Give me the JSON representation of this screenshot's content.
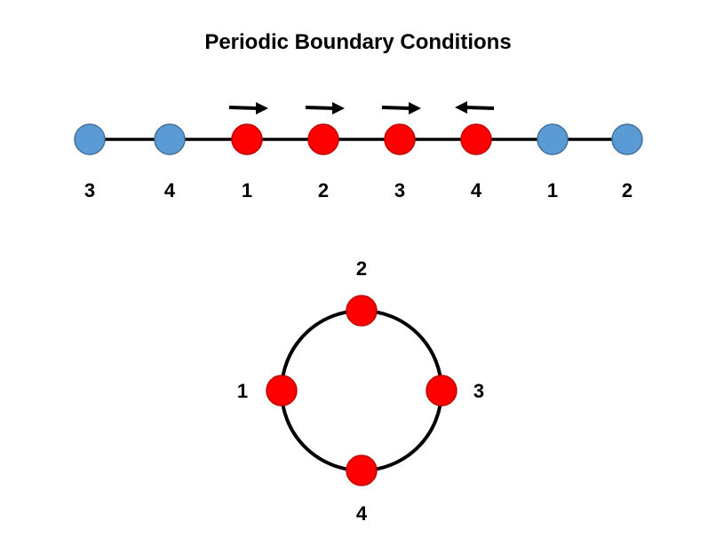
{
  "title": "Periodic Boundary Conditions",
  "colors": {
    "ghost": "#5b9bd5",
    "ghost_stroke": "#41719c",
    "particle": "#ff0000",
    "particle_stroke": "#c00000",
    "line": "#000000"
  },
  "chain": {
    "nodes": [
      {
        "label": "3",
        "kind": "ghost"
      },
      {
        "label": "4",
        "kind": "ghost"
      },
      {
        "label": "1",
        "kind": "particle",
        "arrow": "right"
      },
      {
        "label": "2",
        "kind": "particle",
        "arrow": "right"
      },
      {
        "label": "3",
        "kind": "particle",
        "arrow": "right"
      },
      {
        "label": "4",
        "kind": "particle",
        "arrow": "left"
      },
      {
        "label": "1",
        "kind": "ghost"
      },
      {
        "label": "2",
        "kind": "ghost"
      }
    ]
  },
  "ring": {
    "nodes": [
      {
        "label": "2",
        "position": "top"
      },
      {
        "label": "3",
        "position": "right"
      },
      {
        "label": "4",
        "position": "bottom"
      },
      {
        "label": "1",
        "position": "left"
      }
    ]
  }
}
